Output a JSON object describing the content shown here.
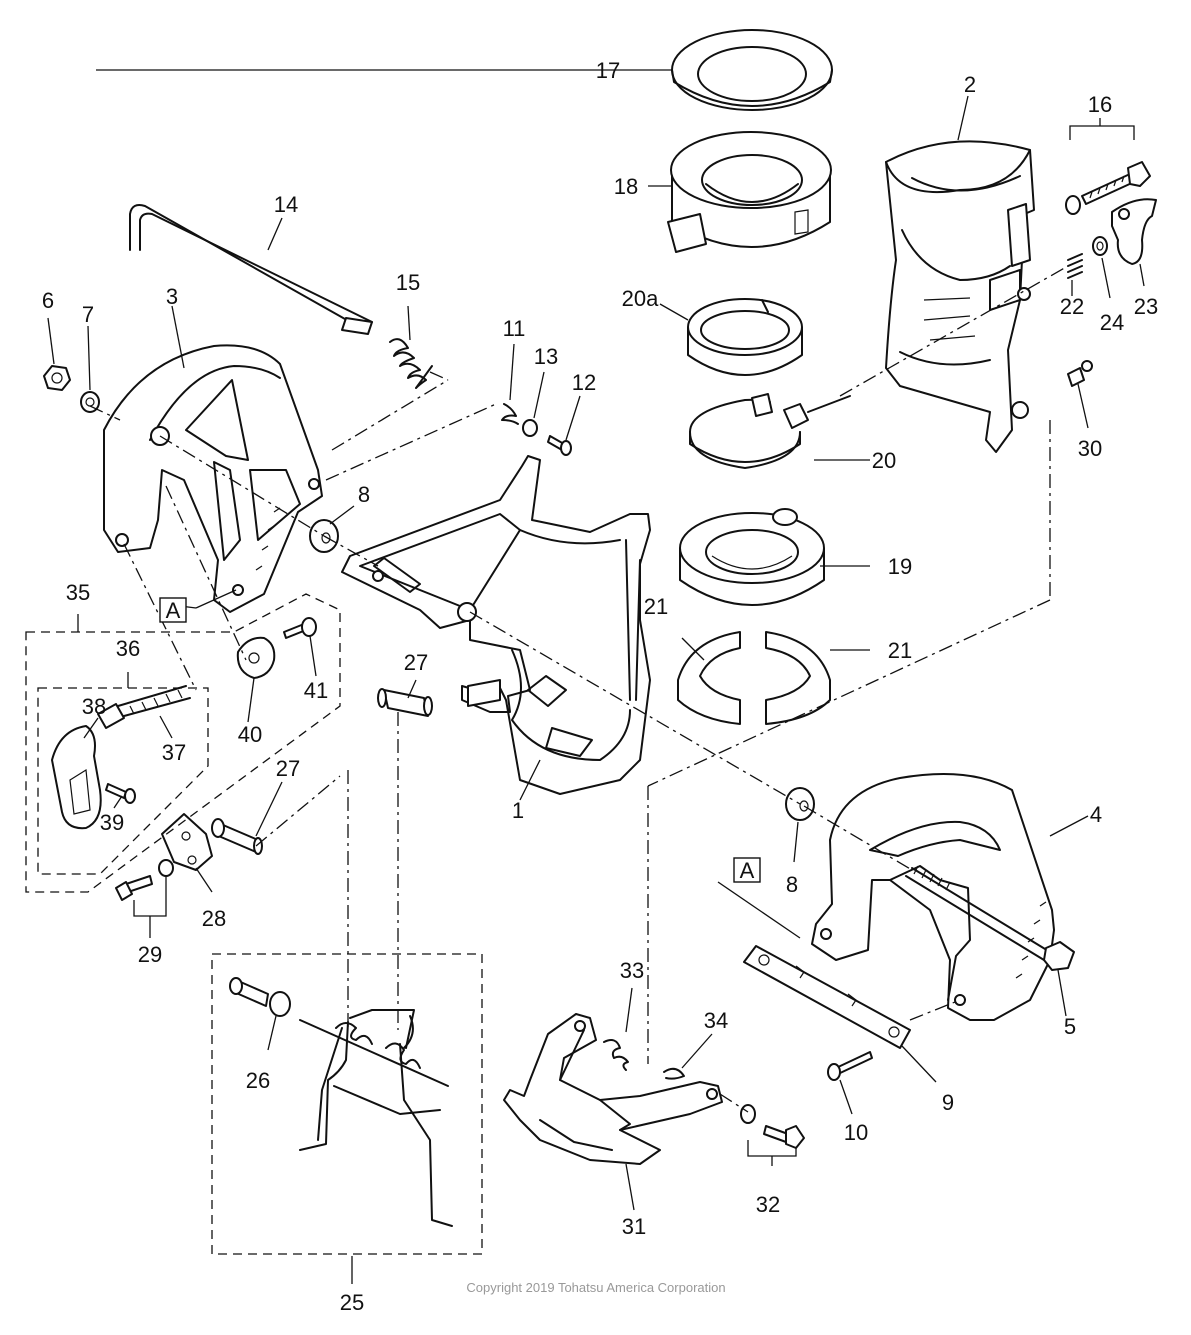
{
  "callouts": {
    "c1": "1",
    "c2": "2",
    "c3": "3",
    "c4": "4",
    "c5": "5",
    "c6": "6",
    "c7": "7",
    "c8a": "8",
    "c8b": "8",
    "c9": "9",
    "c10": "10",
    "c11": "11",
    "c12": "12",
    "c13": "13",
    "c14": "14",
    "c15": "15",
    "c16": "16",
    "c17": "17",
    "c18": "18",
    "c19": "19",
    "c20": "20",
    "c20a": "20a",
    "c21a": "21",
    "c21b": "21",
    "c22": "22",
    "c23": "23",
    "c24": "24",
    "c25": "25",
    "c26": "26",
    "c27a": "27",
    "c27b": "27",
    "c28": "28",
    "c29": "29",
    "c30": "30",
    "c31": "31",
    "c32": "32",
    "c33": "33",
    "c34": "34",
    "c35": "35",
    "c36": "36",
    "c37": "37",
    "c38": "38",
    "c39": "39",
    "c40": "40",
    "c41": "41"
  },
  "reference_marks": {
    "ref_a1": "A",
    "ref_a2": "A"
  },
  "copyright": "Copyright 2019 Tohatsu America Corporation"
}
